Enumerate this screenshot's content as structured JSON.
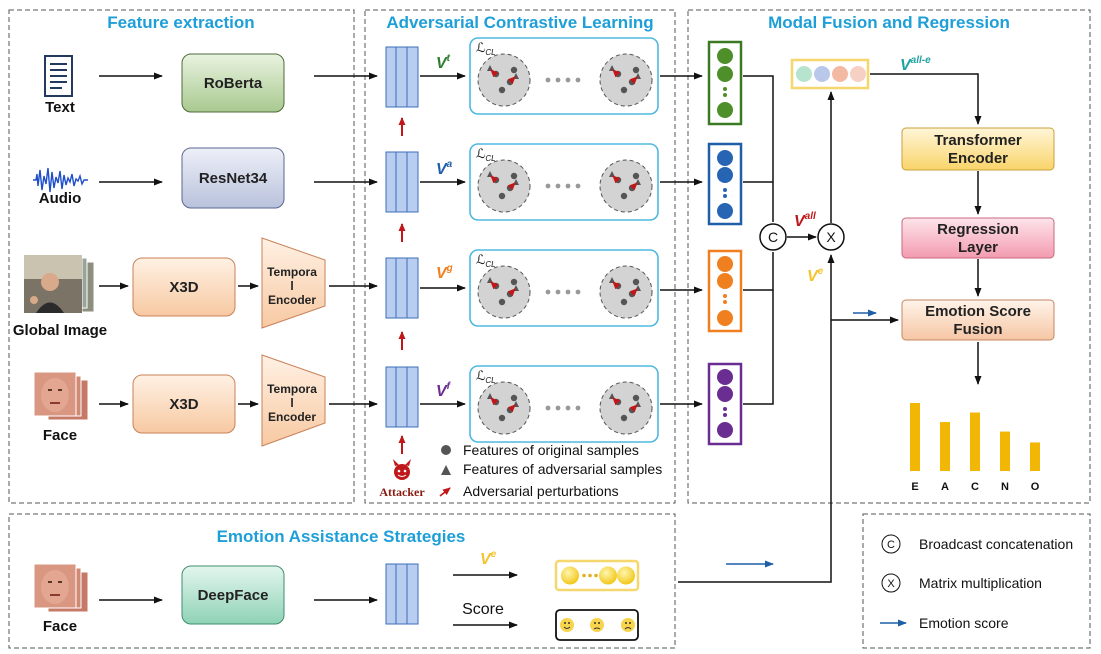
{
  "sections": {
    "feature_extraction": "Feature extraction",
    "adversarial": "Adversarial Contrastive Learning",
    "fusion": "Modal Fusion and Regression",
    "assistance": "Emotion Assistance Strategies"
  },
  "inputs": {
    "text": "Text",
    "audio": "Audio",
    "global_image": "Global Image",
    "face": "Face",
    "face2": "Face"
  },
  "blocks": {
    "roberta": "RoBerta",
    "resnet": "ResNet34",
    "x3d": "X3D",
    "temporal_1": "Tempora",
    "temporal_2": "l",
    "temporal_3": "Encoder",
    "deepface": "DeepFace",
    "transformer_1": "Transformer",
    "transformer_2": "Encoder",
    "regression_1": "Regression",
    "regression_2": "Layer",
    "fusion_1": "Emotion Score",
    "fusion_2": "Fusion"
  },
  "vectors": {
    "v": "V",
    "t": "t",
    "a": "a",
    "g": "g",
    "f": "f",
    "e": "e",
    "all": "all",
    "all_e": "all-e",
    "cl": "ℒ",
    "cl_sub": "CL"
  },
  "attacker": "Attacker",
  "score": "Score",
  "ops": {
    "concat": "C",
    "mult": "X"
  },
  "legend_points": {
    "original": "Features of original samples",
    "adversarial": "Features of adversarial samples",
    "perturbation": "Adversarial perturbations"
  },
  "legend_ops": {
    "concat": "Broadcast concatenation",
    "mult": "Matrix multiplication",
    "score": "Emotion score"
  },
  "colors": {
    "title_blue": "#1e9fd8",
    "text_green": "#2e7d32",
    "audio_blue": "#1f5fa8",
    "global_orange": "#f07f20",
    "face_purple": "#6a2d91",
    "all_red": "#c0171a",
    "e_yellow": "#f4c430",
    "alle_teal": "#20a3a0",
    "bar_yellow": "#f2b705"
  },
  "chart_data": {
    "type": "bar",
    "categories": [
      "E",
      "A",
      "C",
      "N",
      "O"
    ],
    "values": [
      1.0,
      0.72,
      0.86,
      0.58,
      0.42
    ],
    "title": "",
    "xlabel": "",
    "ylabel": ""
  }
}
